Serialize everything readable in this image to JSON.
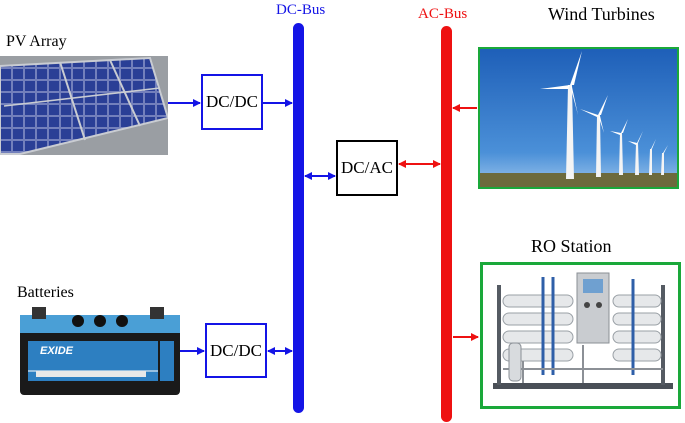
{
  "labels": {
    "pv_array": "PV Array",
    "batteries": "Batteries",
    "wind_turbines": "Wind Turbines",
    "ro_station": "RO Station",
    "dc_bus": "DC-Bus",
    "ac_bus": "AC-Bus"
  },
  "converters": {
    "pv_converter": "DC/DC",
    "battery_converter": "DC/DC",
    "inverter": "DC/AC"
  },
  "battery_brand": "EXIDE",
  "colors": {
    "dc_bus": "#1414e6",
    "ac_bus": "#ee1111",
    "dc_box_border": "#1414e6",
    "inverter_border": "#000000",
    "ro_border": "#1aa83a",
    "sky": "#2f72c6"
  }
}
